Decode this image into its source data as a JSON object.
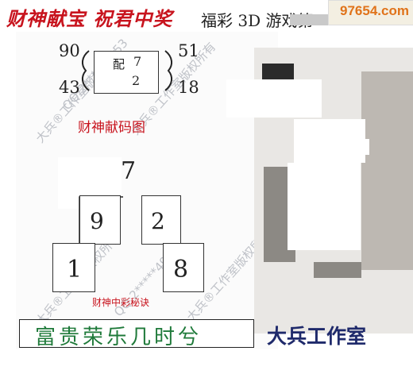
{
  "header": {
    "red_title": "财神献宝 祝君中奖",
    "title_prefix": "福彩 3D 游戏第",
    "site_badge": "97654.com"
  },
  "code_chart": {
    "left_top": "90",
    "left_bottom": "43",
    "right_top": "51",
    "right_bottom": "18",
    "center_char": "配",
    "center_top_num": "7",
    "center_bottom_num": "2",
    "caption": "财神献码图"
  },
  "secret": {
    "top_num": "7",
    "mid_left": "9",
    "mid_right": "2",
    "bottom_left": "1",
    "bottom_right": "8",
    "caption": "财神中彩秘诀"
  },
  "footer": {
    "slogan": "富贵荣乐几时兮",
    "studio": "大兵工作室"
  },
  "watermark": {
    "text_a": "大兵®工作室版权所有",
    "text_b": "QQ:2*****4953"
  },
  "colors": {
    "accent_red": "#c8141e",
    "slogan_green": "#1f7a3a",
    "studio_navy": "#1f2a6b"
  }
}
